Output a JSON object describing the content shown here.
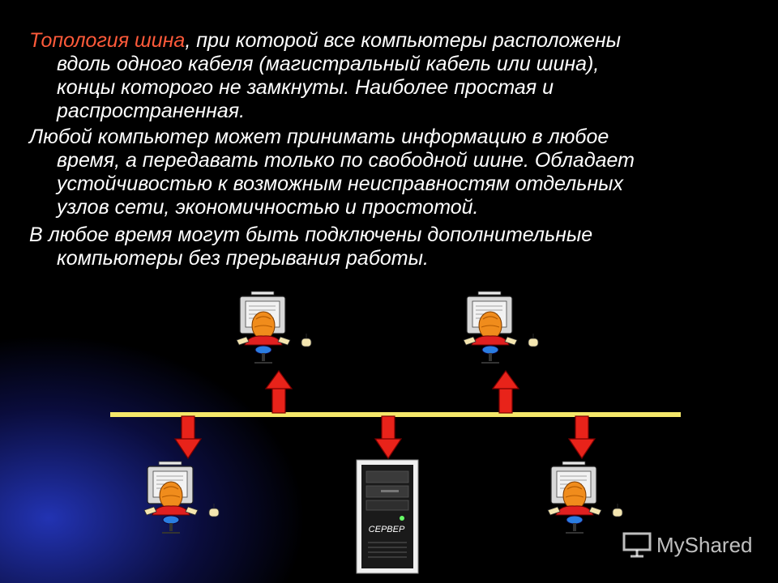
{
  "paragraphs": {
    "p1_highlight": "Топология шина",
    "p1_rest_line1": ", при которой все компьютеры расположены",
    "p1_line2": "вдоль одного кабеля (магистральный кабель или шина),",
    "p1_line3": "концы которого не замкнуты. Наиболее простая и",
    "p1_line4": "распространенная.",
    "p2_line1": "Любой компьютер может принимать информацию в любое",
    "p2_line2": "время, а передавать только по свободной шине. Обладает",
    "p2_line3": "устойчивостью к возможным неисправностям отдельных",
    "p2_line4": "узлов сети, экономичностью и простотой.",
    "p3_line1": "В любое время могут быть подключены дополнительные",
    "p3_line2": "компьютеры без прерывания работы."
  },
  "diagram": {
    "server_label": "СЕРВЕР",
    "bus_color": "#f5e86a",
    "arrow_color": "#e8231a",
    "computer_icon": "user-at-computer-icon",
    "server_icon": "server-tower-icon"
  },
  "watermark": {
    "text": "MyShared",
    "icon": "projector-screen-icon"
  },
  "colors": {
    "highlight": "#ff5a3a",
    "text": "#ffffff",
    "background": "#000000"
  }
}
